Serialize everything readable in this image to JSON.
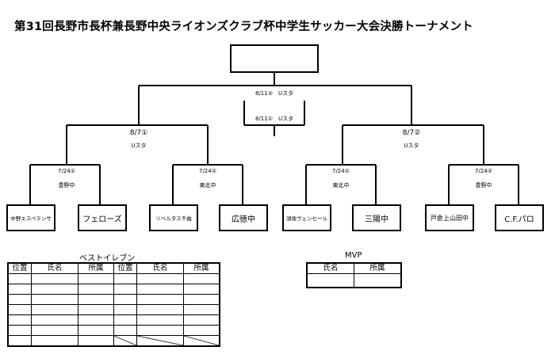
{
  "title": "第31回長野市長杯兼長野中央ライオンズクラブ杯中学生サッカー大会決勝トーナメント",
  "final": {
    "date": "8/11②",
    "venue": "Uスタ"
  },
  "third_place": {
    "date": "8/11①",
    "venue": "Uスタ"
  },
  "semis": [
    {
      "date": "8/7①",
      "venue": "Uスタ"
    },
    {
      "date": "8/7②",
      "venue": "Uスタ"
    }
  ],
  "quarters": [
    {
      "date": "7/24①",
      "venue": "豊野中"
    },
    {
      "date": "7/24②",
      "venue": "東北中"
    },
    {
      "date": "7/24①",
      "venue": "東北中"
    },
    {
      "date": "7/24②",
      "venue": "豊野中"
    }
  ],
  "teams": [
    "中野エスペランサ",
    "フェローズ",
    "リベルタス千曲",
    "広徳中",
    "須坂ヴェンセール",
    "三陽中",
    "戸倉上山田中",
    "C.F.パロ"
  ],
  "best_eleven": {
    "caption": "ベストイレブン",
    "headers": [
      "位置",
      "氏名",
      "所属",
      "位置",
      "氏名",
      "所属"
    ]
  },
  "mvp": {
    "caption": "MVP",
    "headers": [
      "氏名",
      "所属"
    ]
  }
}
